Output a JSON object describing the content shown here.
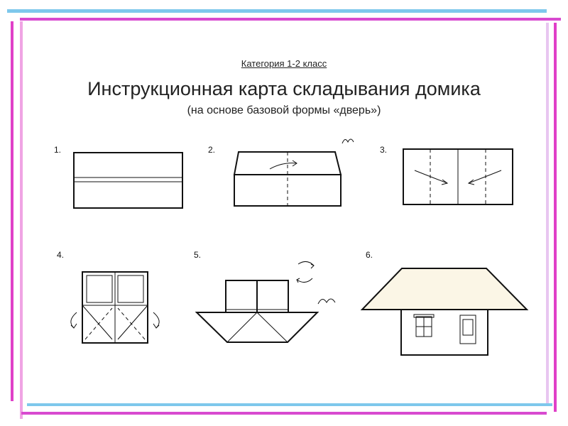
{
  "category": "Категория 1-2 класс",
  "title": "Инструкционная карта складывания домика",
  "subtitle": "(на основе базовой формы «дверь»)",
  "steps": [
    {
      "number": "1."
    },
    {
      "number": "2."
    },
    {
      "number": "3."
    },
    {
      "number": "4."
    },
    {
      "number": "5."
    },
    {
      "number": "6."
    }
  ],
  "colors": {
    "frame_blue": "#7ec8ec",
    "frame_magenta": "#e040c8",
    "frame_pink": "#f09ae0",
    "roof_fill": "#fbf6e6"
  }
}
